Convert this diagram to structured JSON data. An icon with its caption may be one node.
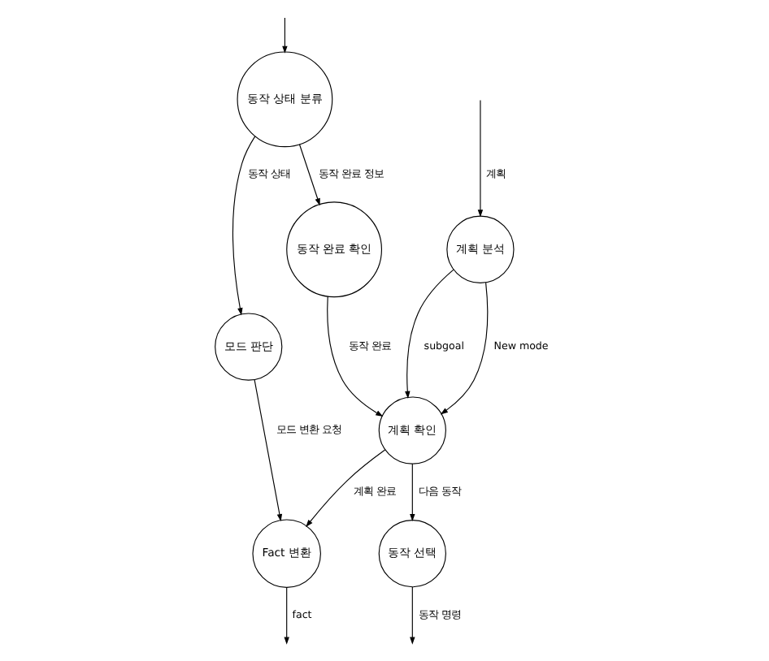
{
  "diagram": {
    "nodes": [
      {
        "text": [
          "계획 분석"
        ]
      },
      {
        "text": [
          "계획 확인"
        ]
      },
      {
        "text": [
          "Fact 변환"
        ]
      },
      {
        "text": [
          "모드 판단"
        ]
      },
      {
        "text": [
          "동작 선택"
        ]
      },
      {
        "text": [
          "동작 완료 확인"
        ]
      },
      {
        "text": [
          "동작 상태 분류"
        ]
      }
    ],
    "edges": [
      {
        "from": null,
        "to": 0,
        "arrow": "to",
        "label": "계획"
      },
      {
        "from": 0,
        "to": 1,
        "arrow": "to",
        "label": "subgoal"
      },
      {
        "from": 0,
        "to": 1,
        "arrow": "to",
        "label": "New mode"
      },
      {
        "from": 1,
        "to": 2,
        "arrow": "to",
        "label": "계획 완료"
      },
      {
        "from": 2,
        "to": null,
        "arrow": "to",
        "label": "fact"
      },
      {
        "from": 3,
        "to": 2,
        "arrow": "to",
        "label": "모드 변환 요청"
      },
      {
        "from": 1,
        "to": 4,
        "arrow": "to",
        "label": "다음 동작"
      },
      {
        "from": 4,
        "to": null,
        "arrow": "to",
        "label": "동작 명령"
      },
      {
        "from": 5,
        "to": 1,
        "arrow": "to",
        "label": "동작 완료"
      },
      {
        "from": 6,
        "to": 5,
        "arrow": "to",
        "label": "동작 완료 정보"
      },
      {
        "from": 6,
        "to": 3,
        "arrow": "to",
        "label": "동작 상태"
      },
      {
        "from": null,
        "to": 6,
        "arrow": "to"
      }
    ]
  }
}
